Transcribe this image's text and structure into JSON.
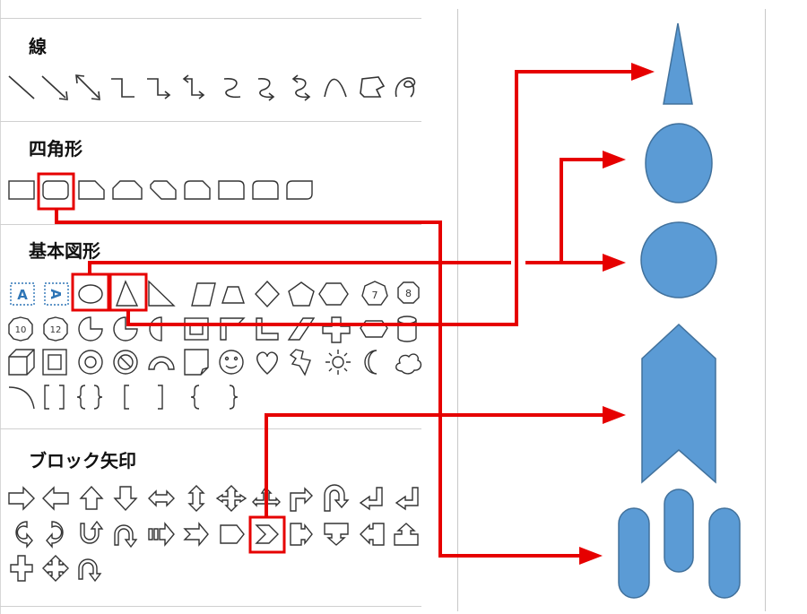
{
  "gallery": {
    "sections": [
      {
        "id": "lines",
        "title": "線"
      },
      {
        "id": "rectangles",
        "title": "四角形"
      },
      {
        "id": "basic",
        "title": "基本図形"
      },
      {
        "id": "block-arrows",
        "title": "ブロック矢印"
      }
    ],
    "badge_labels": {
      "octagon": "8",
      "heptagon": "7",
      "decagon": "10",
      "dodecagon": "12"
    },
    "textbox_labels": [
      "A",
      "A"
    ]
  },
  "colors": {
    "highlight": "#e60000",
    "shape_fill": "#5b9bd5",
    "shape_stroke": "#41719c",
    "icon_stroke": "#333333"
  }
}
